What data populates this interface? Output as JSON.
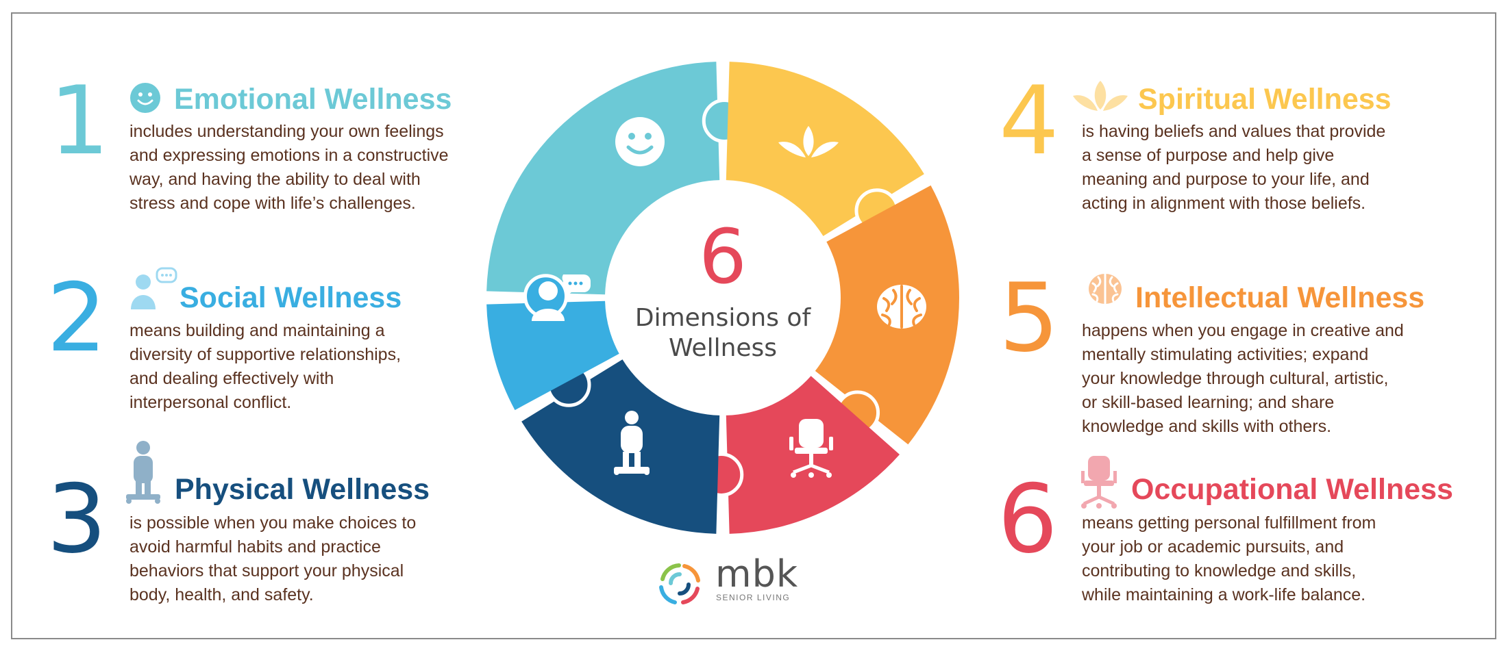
{
  "center": {
    "number": "6",
    "title": "Dimensions of Wellness"
  },
  "logo": {
    "name": "mbk",
    "sub": "SENIOR LIVING"
  },
  "colors": {
    "emotional": "#6cc9d6",
    "social": "#39aee1",
    "physical": "#164f7e",
    "spiritual": "#fcc74f",
    "intellectual": "#f6953a",
    "occupational": "#e5485a",
    "body_text": "#5a3220"
  },
  "dimensions": [
    {
      "number": "1",
      "title": "Emotional Wellness",
      "icon": "smiley-icon",
      "lines": [
        "includes understanding your own feelings",
        "and expressing emotions in a constructive",
        "way, and having the ability to deal with",
        "stress and cope with life’s challenges."
      ]
    },
    {
      "number": "2",
      "title": "Social Wellness",
      "icon": "person-chat-icon",
      "lines": [
        "means building and maintaining a",
        "diversity of supportive relationships,",
        "and dealing effectively with",
        "interpersonal conflict."
      ]
    },
    {
      "number": "3",
      "title": "Physical Wellness",
      "icon": "person-scale-icon",
      "lines": [
        "is possible when you make choices to",
        "avoid harmful habits and practice",
        "behaviors that support your physical",
        "body, health, and safety."
      ]
    },
    {
      "number": "4",
      "title": "Spiritual Wellness",
      "icon": "lotus-icon",
      "lines": [
        "is having beliefs and values that provide",
        "a sense of purpose and help give",
        "meaning and purpose to your life, and",
        "acting in alignment with those beliefs."
      ]
    },
    {
      "number": "5",
      "title": "Intellectual Wellness",
      "icon": "brain-icon",
      "lines": [
        "happens when you engage in creative and",
        "mentally stimulating activities; expand",
        "your knowledge through cultural, artistic,",
        "or skill-based learning; and share",
        "knowledge and skills with others."
      ]
    },
    {
      "number": "6",
      "title": "Occupational Wellness",
      "icon": "office-chair-icon",
      "lines": [
        "means getting personal fulfillment from",
        "your job or academic pursuits, and",
        "contributing to knowledge and skills,",
        "while maintaining a work-life balance."
      ]
    }
  ]
}
